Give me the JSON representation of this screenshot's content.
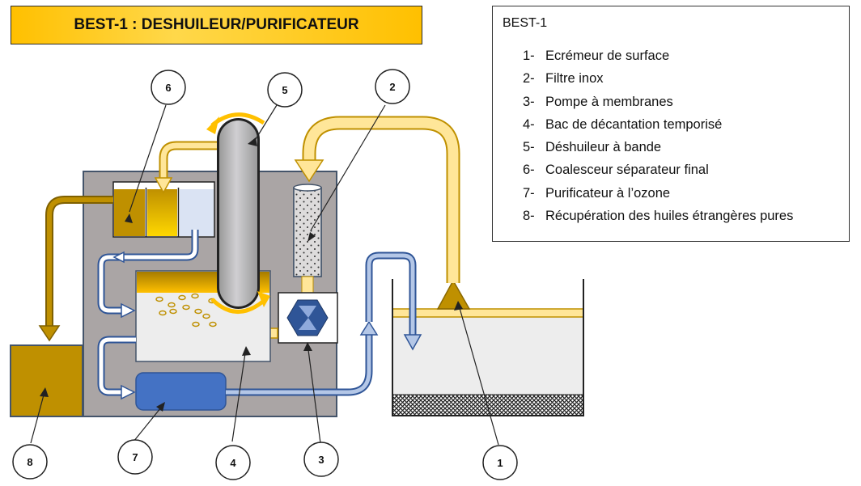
{
  "title": "BEST-1 : DESHUILEUR/PURIFICATEUR",
  "legend": {
    "title": "BEST-1",
    "items": [
      {
        "num": "1-",
        "label": "Ecrémeur de surface"
      },
      {
        "num": "2-",
        "label": "Filtre inox"
      },
      {
        "num": "3-",
        "label": "Pompe à membranes"
      },
      {
        "num": "4-",
        "label": "Bac de décantation temporisé"
      },
      {
        "num": "5-",
        "label": "Déshuileur à bande"
      },
      {
        "num": "6-",
        "label": "Coalesceur séparateur final"
      },
      {
        "num": "7-",
        "label": "Purificateur à l’ozone"
      },
      {
        "num": "8-",
        "label": "Récupération des huiles étrangères pures"
      }
    ]
  },
  "callouts": [
    "1",
    "2",
    "3",
    "4",
    "5",
    "6",
    "7",
    "8"
  ],
  "colors": {
    "oil_dark": "#bf9000",
    "oil_gold": "#ffc000",
    "oil_light": "#ffe699",
    "water_blue": "#4472c4",
    "water_light": "#b4c7e7",
    "cabinet_gray": "#aaa5a5"
  }
}
